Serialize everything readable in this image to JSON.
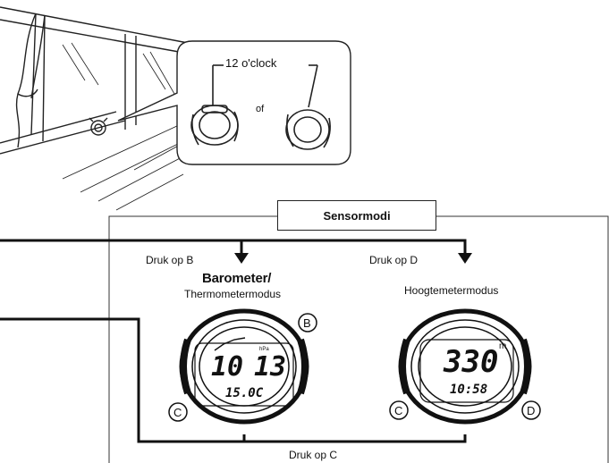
{
  "bubble": {
    "position_label": "12 o'clock",
    "or_label": "of"
  },
  "panel": {
    "title": "Sensormodi"
  },
  "buttons": {
    "press_b": "Druk op B",
    "press_d": "Druk op D",
    "press_c": "Druk op C"
  },
  "modes": {
    "barometer_title": "Barometer/",
    "barometer_subtitle": "Thermometermodus",
    "altimeter_title": "Hoogtemetermodus"
  },
  "watch_barometer": {
    "main_left": "10",
    "main_right": "13",
    "sub": "15.0C",
    "unit": "hPa",
    "button_top": "B",
    "button_bottom": "C"
  },
  "watch_altimeter": {
    "main": "330",
    "unit": "m",
    "sub": "10:58",
    "button_left": "C",
    "button_right": "D"
  },
  "colors": {
    "ink": "#111111",
    "background": "#ffffff"
  }
}
